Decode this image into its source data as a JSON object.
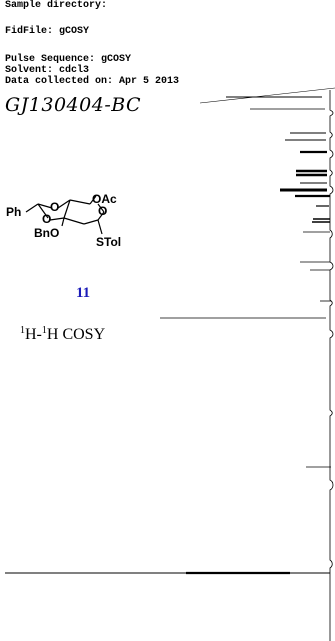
{
  "header": {
    "sample_directory": "Sample directory:",
    "fidfile": "FidFile: gCOSY",
    "pulse_sequence": "Pulse Sequence: gCOSY",
    "solvent": "Solvent: cdcl3",
    "data_collected": "Data collected on: Apr  5 2013"
  },
  "handwritten_label": "GJ130404-BC",
  "structure": {
    "labels": [
      "Ph",
      "O",
      "O",
      "OAc",
      "BnO",
      "O",
      "STol"
    ],
    "compound_number": "11"
  },
  "experiment": {
    "sup1": "1",
    "part1": "H-",
    "sup2": "1",
    "part2": "H COSY"
  },
  "colors": {
    "compound_number": "#1b1bb8",
    "ink": "#000000"
  }
}
